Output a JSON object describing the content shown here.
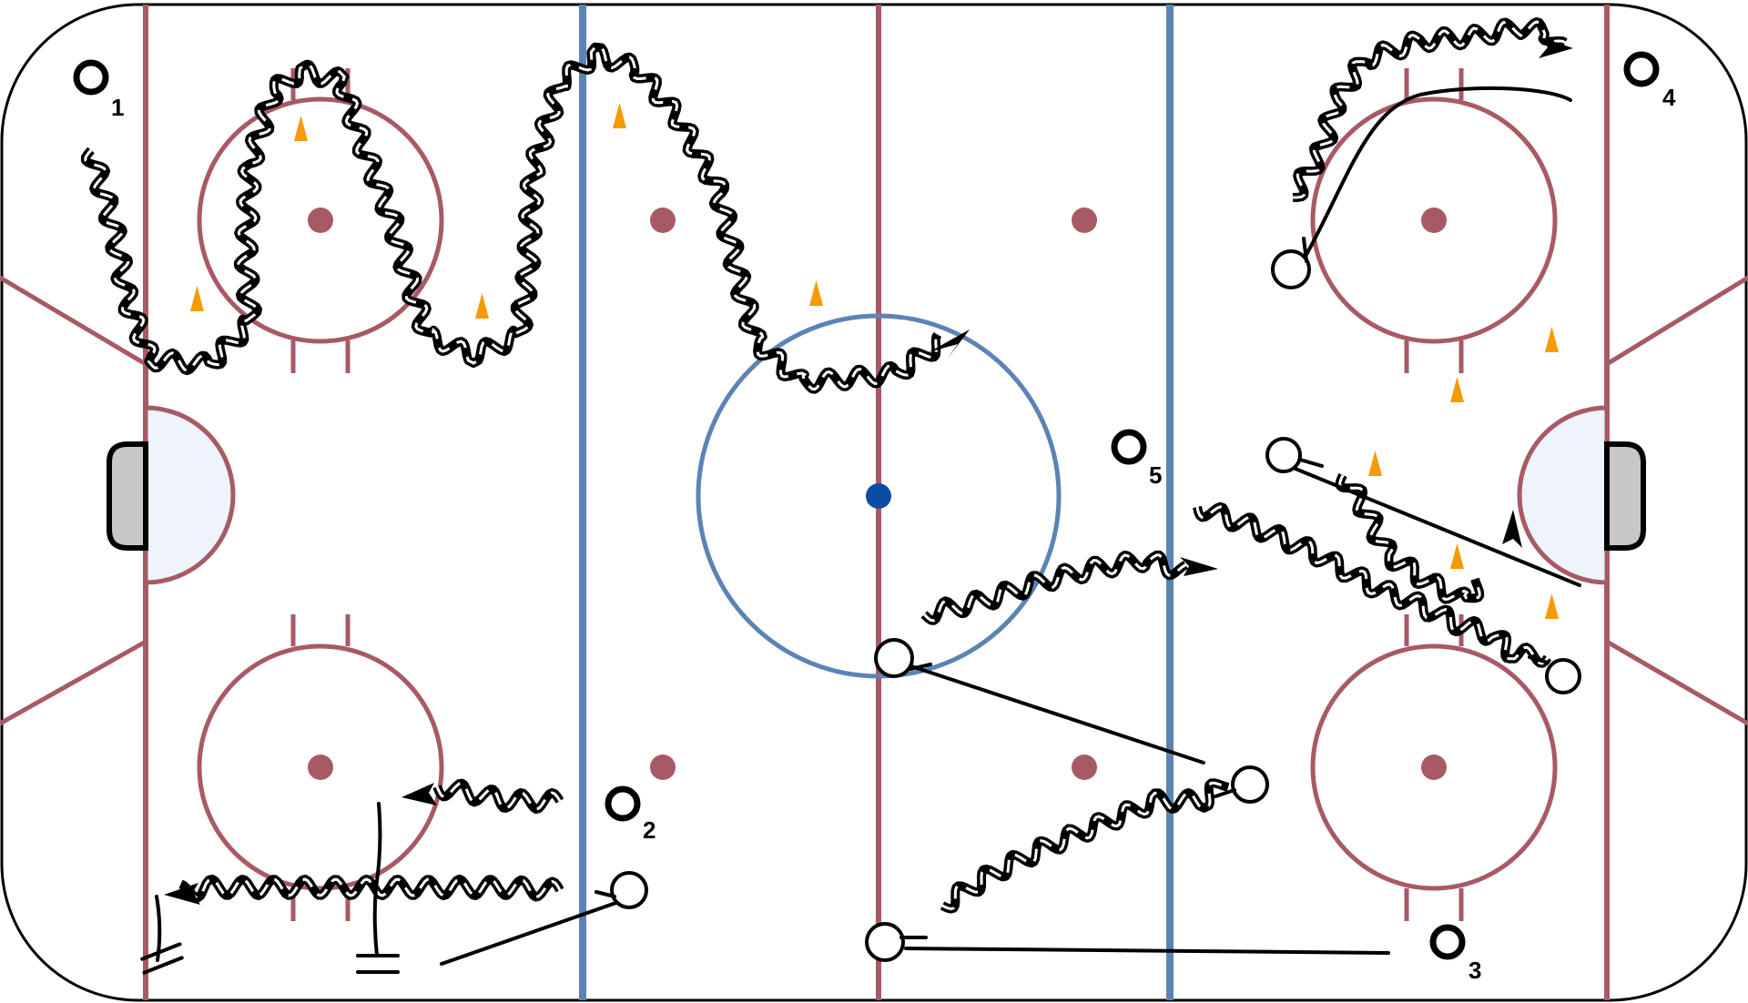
{
  "colors": {
    "rink_line": "#A85A64",
    "blue_line": "#5B84B4",
    "center_dot": "#0C4DA2",
    "cone": "#F59A00",
    "ink": "#000000",
    "crease_fill": "#EEF4FA",
    "net_fill": "#C8C8C8"
  },
  "players": [
    {
      "id": "player-1",
      "label": "1"
    },
    {
      "id": "player-2",
      "label": "2"
    },
    {
      "id": "player-3",
      "label": "3"
    },
    {
      "id": "player-4",
      "label": "4"
    },
    {
      "id": "player-5",
      "label": "5"
    }
  ],
  "legend_icons": [
    "player-circle-icon",
    "cone-icon",
    "skate-with-puck-icon",
    "skate-icon",
    "pass-icon",
    "shot-icon",
    "stop-icon"
  ]
}
